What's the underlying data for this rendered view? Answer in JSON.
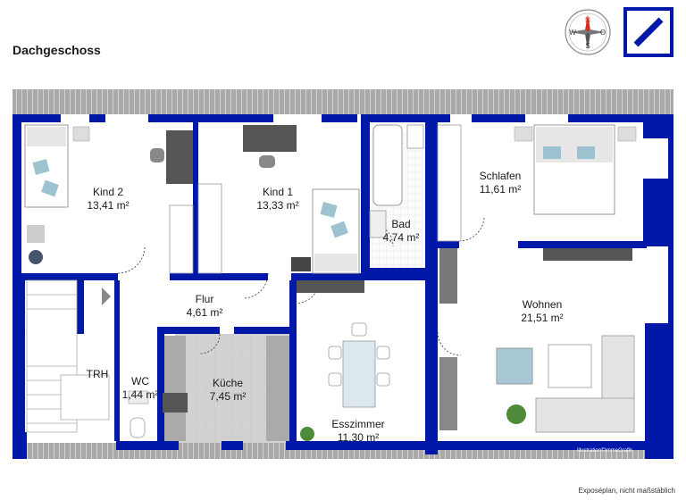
{
  "header": {
    "title": "Dachgeschoss"
  },
  "compass": {
    "north": "N",
    "east": "O",
    "south": "S",
    "west": "W"
  },
  "logo": {
    "icon": "deutsche-bank-slash-logo",
    "color": "#0018a8"
  },
  "colors": {
    "wall": "#0018a8",
    "roof": "#a8a8a8",
    "floor": "#ffffff",
    "kitchen_floor": "#cfcfcf"
  },
  "rooms": [
    {
      "id": "kind2",
      "name": "Kind 2",
      "area": "13,41 m²"
    },
    {
      "id": "kind1",
      "name": "Kind 1",
      "area": "13,33 m²"
    },
    {
      "id": "bad",
      "name": "Bad",
      "area": "4,74 m²"
    },
    {
      "id": "schlafen",
      "name": "Schlafen",
      "area": "11,61 m²"
    },
    {
      "id": "flur",
      "name": "Flur",
      "area": "4,61 m²"
    },
    {
      "id": "wohnen",
      "name": "Wohnen",
      "area": "21,51 m²"
    },
    {
      "id": "trh",
      "name": "TRH",
      "area": ""
    },
    {
      "id": "wc",
      "name": "WC",
      "area": "1,44 m²"
    },
    {
      "id": "kueche",
      "name": "Küche",
      "area": "7,45 m²"
    },
    {
      "id": "esszimmer",
      "name": "Esszimmer",
      "area": "11,30 m²"
    }
  ],
  "credit": "illustration©immoGrafik",
  "footer": "Exposéplan, nicht maßstäblich"
}
